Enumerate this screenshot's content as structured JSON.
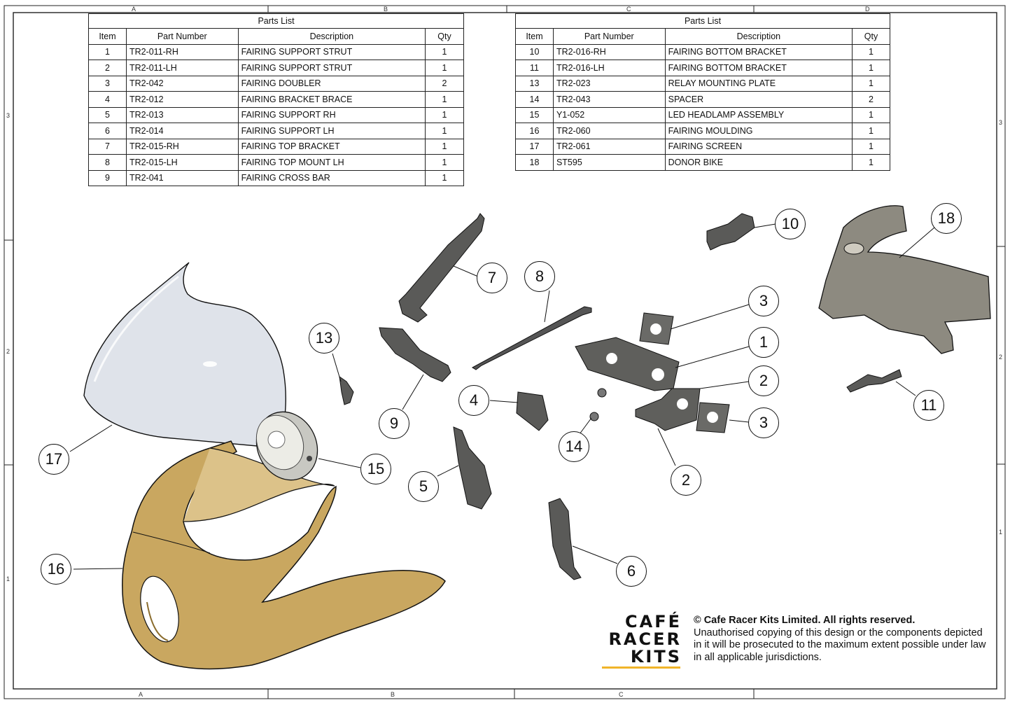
{
  "zone_letters": {
    "top": [
      "A",
      "B",
      "C",
      "D"
    ],
    "bottom": [
      "A",
      "B",
      "C"
    ]
  },
  "zone_numbers": {
    "left": [
      "3",
      "2",
      "1"
    ],
    "right": [
      "3",
      "2",
      "1"
    ]
  },
  "parts_list_left": {
    "title": "Parts List",
    "headers": [
      "Item",
      "Part Number",
      "Description",
      "Qty"
    ],
    "rows": [
      [
        "1",
        "TR2-011-RH",
        "FAIRING SUPPORT STRUT",
        "1"
      ],
      [
        "2",
        "TR2-011-LH",
        "FAIRING SUPPORT STRUT",
        "1"
      ],
      [
        "3",
        "TR2-042",
        "FAIRING DOUBLER",
        "2"
      ],
      [
        "4",
        "TR2-012",
        "FAIRING BRACKET BRACE",
        "1"
      ],
      [
        "5",
        "TR2-013",
        "FAIRING SUPPORT RH",
        "1"
      ],
      [
        "6",
        "TR2-014",
        "FAIRING SUPPORT LH",
        "1"
      ],
      [
        "7",
        "TR2-015-RH",
        "FAIRING TOP BRACKET",
        "1"
      ],
      [
        "8",
        "TR2-015-LH",
        "FAIRING TOP MOUNT LH",
        "1"
      ],
      [
        "9",
        "TR2-041",
        "FAIRING CROSS BAR",
        "1"
      ]
    ]
  },
  "parts_list_right": {
    "title": "Parts List",
    "headers": [
      "Item",
      "Part Number",
      "Description",
      "Qty"
    ],
    "rows": [
      [
        "10",
        "TR2-016-RH",
        "FAIRING BOTTOM BRACKET",
        "1"
      ],
      [
        "11",
        "TR2-016-LH",
        "FAIRING BOTTOM BRACKET",
        "1"
      ],
      [
        "13",
        "TR2-023",
        "RELAY MOUNTING PLATE",
        "1"
      ],
      [
        "14",
        "TR2-043",
        "SPACER",
        "2"
      ],
      [
        "15",
        "Y1-052",
        "LED HEADLAMP ASSEMBLY",
        "1"
      ],
      [
        "16",
        "TR2-060",
        "FAIRING MOULDING",
        "1"
      ],
      [
        "17",
        "TR2-061",
        "FAIRING SCREEN",
        "1"
      ],
      [
        "18",
        "ST595",
        "DONOR BIKE",
        "1"
      ]
    ]
  },
  "callouts": [
    "7",
    "8",
    "10",
    "18",
    "13",
    "3",
    "1",
    "2",
    "9",
    "4",
    "15",
    "17",
    "5",
    "14",
    "3",
    "2",
    "11",
    "16",
    "6"
  ],
  "logo": {
    "line1": "CAFÉ",
    "line2": "RACER",
    "line3": "KITS",
    "accent": "#f0b429"
  },
  "copyright": {
    "heading": "© Cafe Racer Kits Limited. All rights reserved.",
    "body": "Unauthorised copying of this design or the components depicted in it will be prosecuted to the maximum extent possible under law in all applicable jurisdictions."
  },
  "colors": {
    "moulding": "#c9a760",
    "screen": "#dfe3ea",
    "metal": "#5a5a58",
    "frame": "#8d8a80"
  }
}
